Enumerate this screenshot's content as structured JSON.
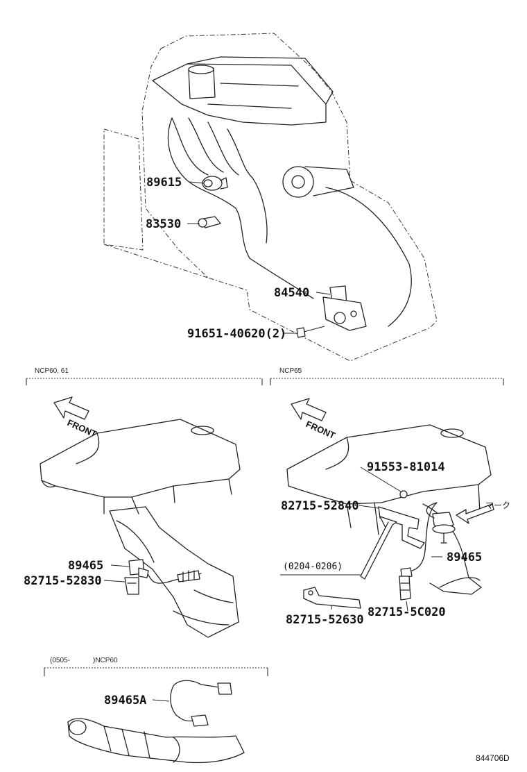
{
  "labels": {
    "p89615": "89615",
    "p83530": "83530",
    "p84540": "84540",
    "p91651": "91651-40620(2)",
    "p89465_left": "89465",
    "p82715_52830": "82715-52830",
    "p91553": "91553-81014",
    "p82715_52840": "82715-52840",
    "mark": "マーク",
    "p89465_right": "89465",
    "date_range": "(0204-0206)",
    "p82715_52630": "82715-52630",
    "p82715_5c020": "82715-5C020",
    "p89465a": "89465A"
  },
  "sections": {
    "left_header": "NCP60, 61",
    "right_header": "NCP65",
    "bottom_header_range": "(0505-",
    "bottom_header_model": ")NCP60"
  },
  "front_text": "FRONT",
  "figure_ref": "844706D"
}
